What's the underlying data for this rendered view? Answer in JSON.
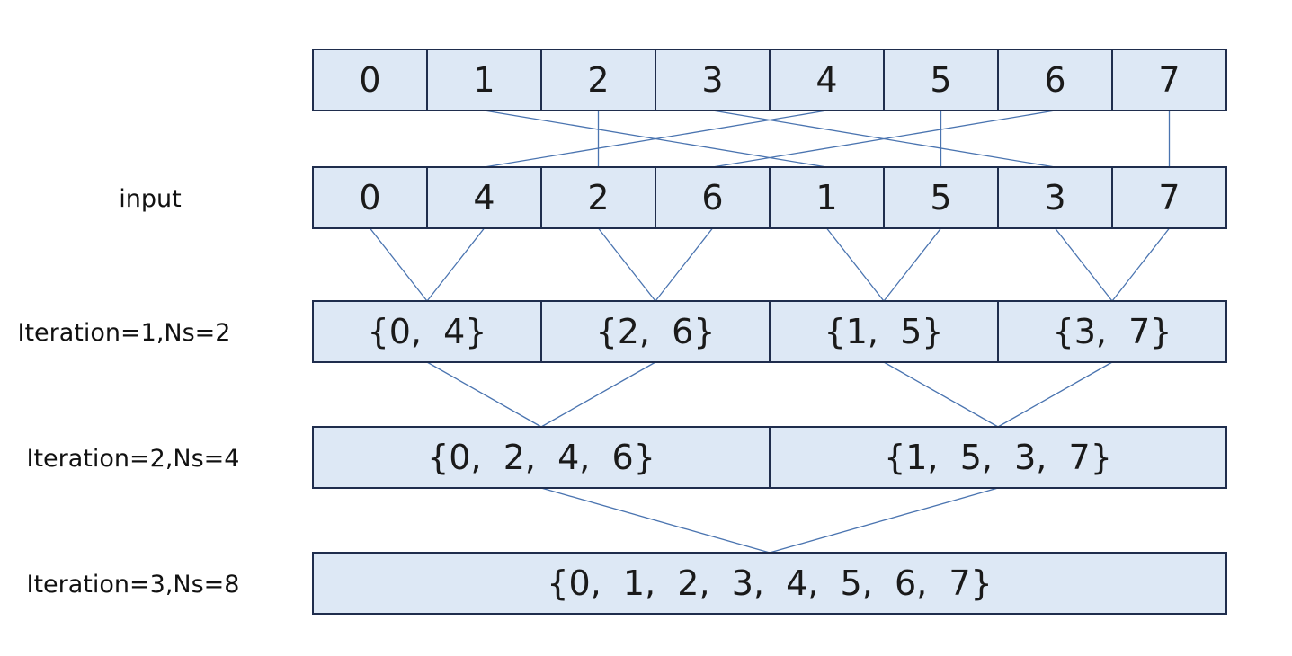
{
  "colors": {
    "cell_fill": "#dde8f5",
    "cell_border": "#1f2d4d",
    "connector": "#4a74b0"
  },
  "rows": [
    {
      "label": "",
      "cells": [
        "0",
        "1",
        "2",
        "3",
        "4",
        "5",
        "6",
        "7"
      ]
    },
    {
      "label": "input",
      "cells": [
        "0",
        "4",
        "2",
        "6",
        "1",
        "5",
        "3",
        "7"
      ]
    },
    {
      "label": "Iteration=1,Ns=2",
      "cells": [
        "{0,  4}",
        "{2,  6}",
        "{1,  5}",
        "{3,  7}"
      ]
    },
    {
      "label": "Iteration=2,Ns=4",
      "cells": [
        "{0,  2,  4,  6}",
        "{1,  5,  3,  7}"
      ]
    },
    {
      "label": "Iteration=3,Ns=8",
      "cells": [
        "{0,  1,  2,  3,  4,  5,  6,  7}"
      ]
    }
  ],
  "bit_reversal_links": [
    {
      "from": "0",
      "to": "0"
    },
    {
      "from": "1",
      "to": "1"
    },
    {
      "from": "2",
      "to": "2"
    },
    {
      "from": "3",
      "to": "3"
    },
    {
      "from": "4",
      "to": "4"
    },
    {
      "from": "5",
      "to": "5"
    },
    {
      "from": "6",
      "to": "6"
    },
    {
      "from": "7",
      "to": "7"
    }
  ]
}
